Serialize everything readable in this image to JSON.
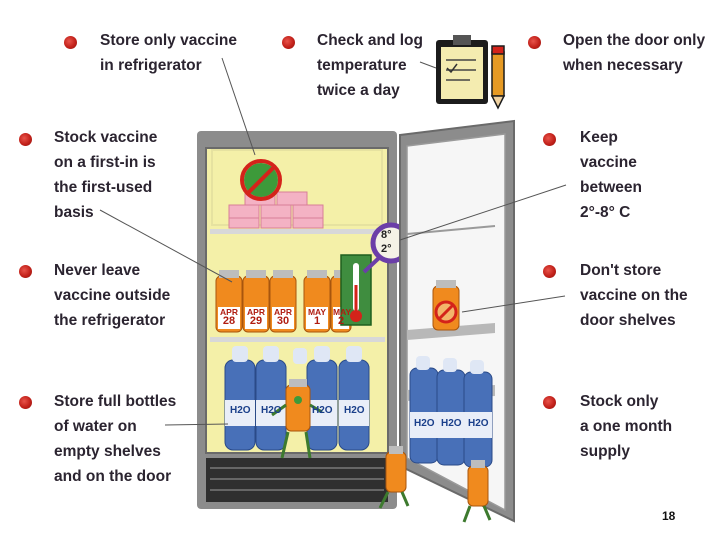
{
  "notes": {
    "store_only": "Store only vaccine\nin refrigerator",
    "check_log": "Check and log\ntemperature\ntwice a day",
    "open_door": "Open the door only\nwhen necessary",
    "stock_fifo": "Stock vaccine\non a first-in is\nthe first-used\nbasis",
    "keep_between": "Keep\nvaccine\nbetween\n2°-8° C",
    "never_leave": "Never leave\nvaccine outside\nthe refrigerator",
    "no_door_shelves": "Don't store\nvaccine on the\ndoor shelves",
    "water_bottles": "Store full bottles\nof water on\nempty shelves\nand on the door",
    "one_month": "Stock only\na one month\nsupply"
  },
  "thermometer": {
    "high": "8°",
    "low": "2°"
  },
  "vial_labels": [
    {
      "month": "APR",
      "day": "28"
    },
    {
      "month": "APR",
      "day": "29"
    },
    {
      "month": "APR",
      "day": "30"
    },
    {
      "month": "MAY",
      "day": "1"
    },
    {
      "month": "MAY",
      "day": "2"
    }
  ],
  "bottle_label": "H2O",
  "page_number": "18",
  "colors": {
    "bullet": "#c2211a",
    "fridge_body": "#8c8c8c",
    "fridge_interior": "#f4f0a8",
    "vial": "#f08a1e"
  }
}
